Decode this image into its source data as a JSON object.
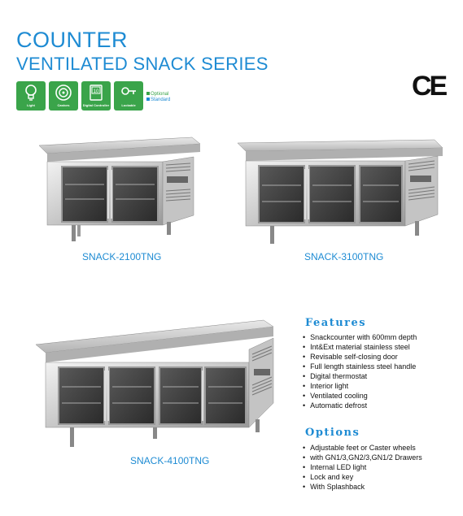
{
  "header": {
    "title": "COUNTER",
    "subtitle": "VENTILATED SNACK SERIES",
    "certification": "CE"
  },
  "icons": [
    {
      "label": "Light",
      "icon": "light-bulb-icon"
    },
    {
      "label": "Castors",
      "icon": "castor-wheel-icon"
    },
    {
      "label": "Digital Controller",
      "icon": "digital-controller-icon"
    },
    {
      "label": "Lockable",
      "icon": "key-icon"
    }
  ],
  "legend": {
    "optional": "Optional",
    "standard": "Standard",
    "optional_color": "#3aa44a",
    "standard_color": "#1e8bd3"
  },
  "products": [
    {
      "model": "SNACK-2100TNG",
      "doors": 2
    },
    {
      "model": "SNACK-3100TNG",
      "doors": 3
    },
    {
      "model": "SNACK-4100TNG",
      "doors": 4
    }
  ],
  "features": {
    "heading": "Features",
    "items": [
      "Snackcounter with 600mm depth",
      "Int&Ext material stainless steel",
      "Revisable self-closing door",
      "Full length stainless steel handle",
      "Digital thermostat",
      "Interior light",
      "Ventilated cooling",
      "Automatic defrost"
    ]
  },
  "options": {
    "heading": "Options",
    "items": [
      "Adjustable feet or Caster wheels",
      "with GN1/3,GN2/3,GN1/2 Drawers",
      "Internal LED light",
      "Lock and key",
      "With Splashback"
    ]
  }
}
